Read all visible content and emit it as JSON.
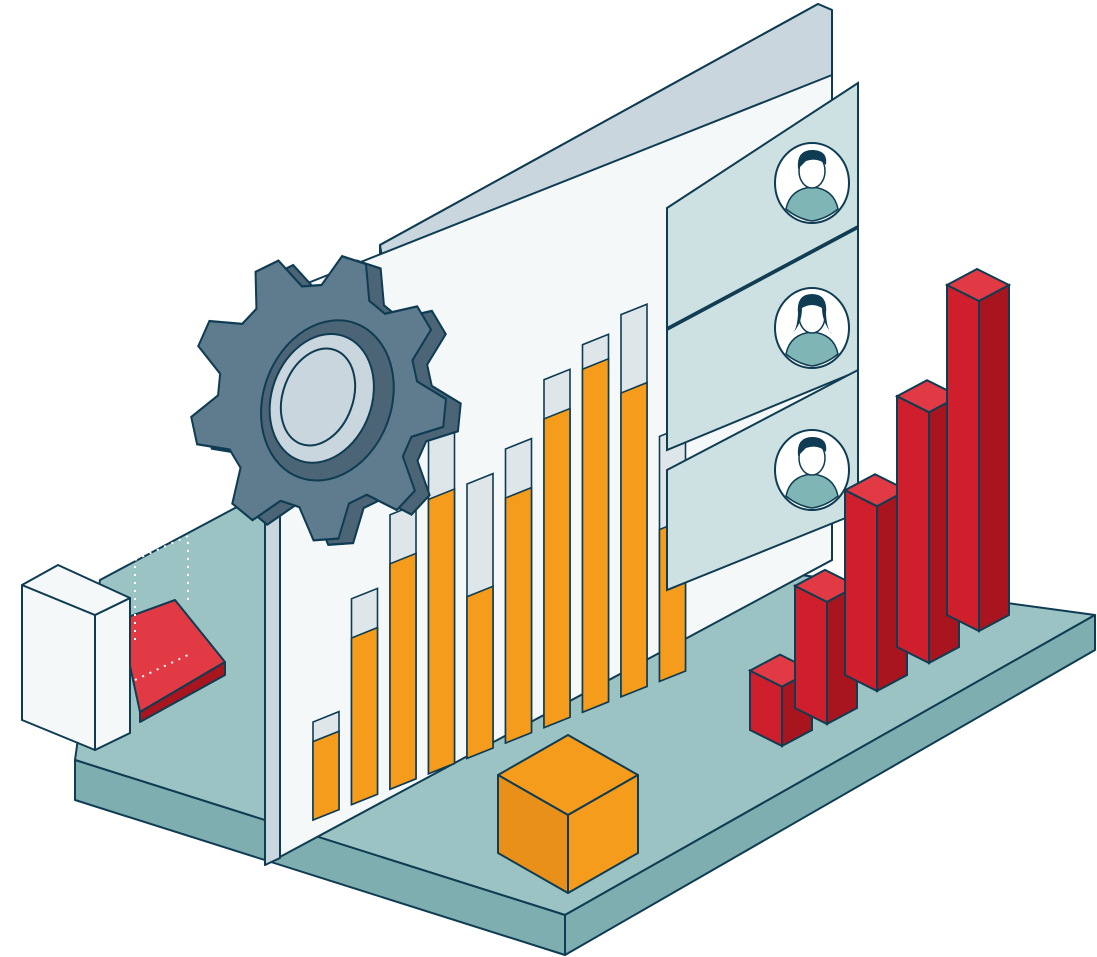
{
  "illustration": {
    "subject": "isometric-analytics-dashboard",
    "screen_bars": [
      {
        "total": 0.2,
        "filled": 0.16
      },
      {
        "total": 0.42,
        "filled": 0.34
      },
      {
        "total": 0.56,
        "filled": 0.46
      },
      {
        "total": 0.7,
        "filled": 0.56
      },
      {
        "total": 0.56,
        "filled": 0.33
      },
      {
        "total": 0.6,
        "filled": 0.5
      },
      {
        "total": 0.71,
        "filled": 0.63
      },
      {
        "total": 0.75,
        "filled": 0.7
      },
      {
        "total": 0.78,
        "filled": 0.62
      },
      {
        "total": 0.5,
        "filled": 0.31
      }
    ],
    "profile_cards": [
      {
        "avatar": "man-avatar-icon"
      },
      {
        "avatar": "woman-avatar-icon"
      },
      {
        "avatar": "man-avatar-icon"
      }
    ],
    "red_bars_relative_heights": [
      0.18,
      0.37,
      0.56,
      0.76,
      1.0
    ],
    "colors": {
      "outline": "#0f3c52",
      "platform_top": "#9cc3c4",
      "platform_side": "#7eaeb0",
      "screen": "#f4f8f9",
      "card": "#cde0e2",
      "orange": "#f59c1c",
      "orange_dark": "#d88510",
      "orange_side": "#e8901a",
      "bar_track": "#dfe6ea",
      "red_front": "#cf1f2c",
      "red_side": "#a8151f",
      "red_top": "#e23a44",
      "gear": "#5f7c8f",
      "gear_dark": "#4b6576",
      "gear_hub": "#c9d6de",
      "server": "#f4f8f9"
    }
  }
}
